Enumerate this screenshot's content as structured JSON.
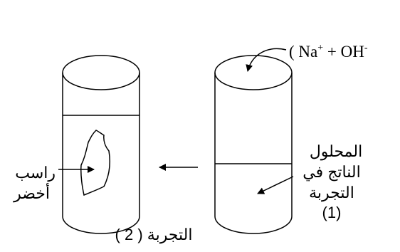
{
  "reagent": {
    "open": "( Na",
    "na_charge": "+",
    "plus": " + OH",
    "oh_charge": "-"
  },
  "left_tube": {
    "label_line1": "راسب",
    "label_line2": "أخضر",
    "caption": "التجربة ( 2 )"
  },
  "right_tube": {
    "label_line1": "المحلول",
    "label_line2": "الناتج في",
    "label_line3": "التجربة",
    "label_line4": "(1)"
  }
}
